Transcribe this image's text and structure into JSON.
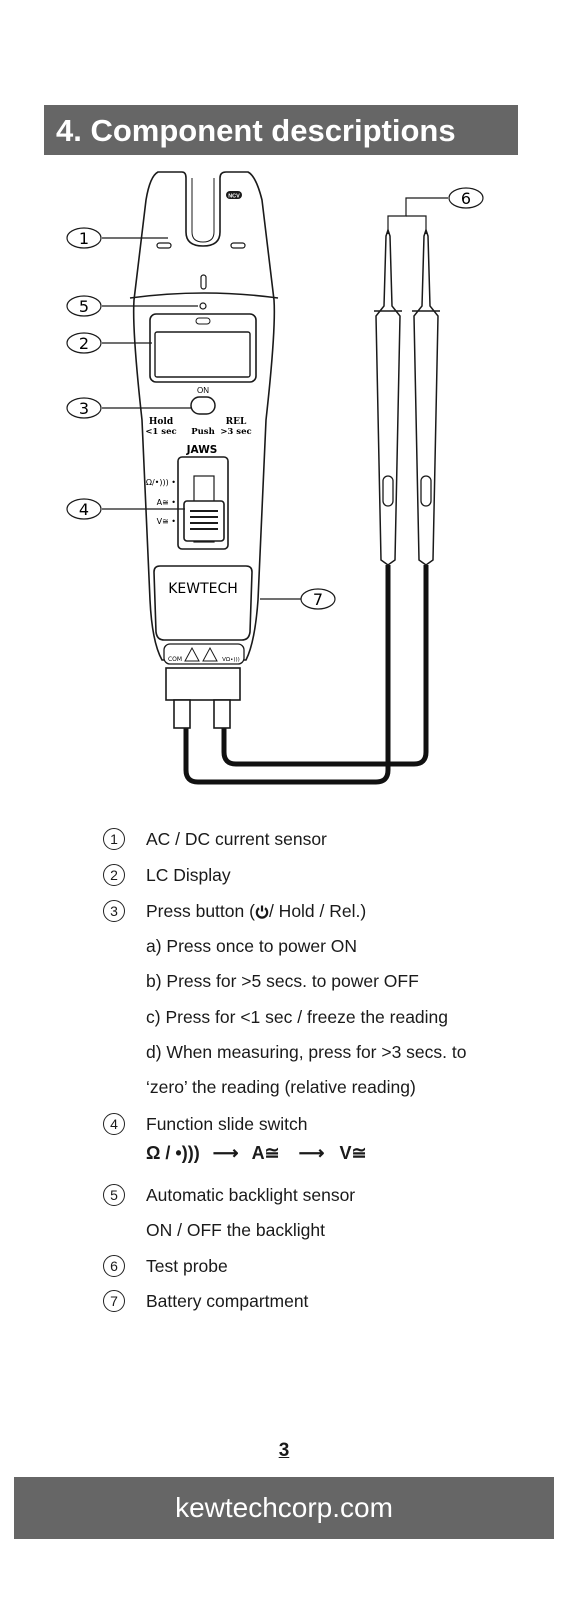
{
  "header": {
    "title": "4. Component descriptions"
  },
  "diagram": {
    "callouts": [
      "1",
      "2",
      "3",
      "4",
      "5",
      "6",
      "7"
    ],
    "ncv_badge": "NCV",
    "on_label": "ON",
    "hold_label": "Hold",
    "hold_time": "<1 sec",
    "push_label": "Push",
    "rel_label": "REL",
    "rel_time": ">3 sec",
    "jaws_label": "JAWS",
    "switch_pos_ohm": "Ω/•))) •",
    "switch_pos_amp": "A≅ •",
    "switch_pos_volt": "V≅ •",
    "brand": "KEWTECH",
    "com_label": "COM",
    "v_ohm_label": "VΩ•)))"
  },
  "legend": {
    "items": [
      {
        "num": "1",
        "text": "AC / DC current sensor"
      },
      {
        "num": "2",
        "text": "LC Display"
      },
      {
        "num": "3",
        "text_before": "Press button (",
        "text_after": "/ Hold / Rel.)"
      },
      {
        "num": "4",
        "text": "Function slide switch"
      },
      {
        "num": "5",
        "text": "Automatic backlight sensor"
      },
      {
        "num": "6",
        "text": "Test probe"
      },
      {
        "num": "7",
        "text": "Battery compartment"
      }
    ],
    "press_subitems": [
      "a) Press once to power ON",
      "b) Press for >5 secs. to power OFF",
      "c) Press for <1 sec / freeze the reading",
      "d) When measuring, press for >3 secs. to",
      "‘zero’ the reading (relative reading)"
    ],
    "switch_sequence": [
      "Ω / •)))",
      "A≅",
      "V≅"
    ],
    "backlight_sub": "ON / OFF the backlight"
  },
  "footer": {
    "page_number": "3",
    "website": "kewtechcorp.com"
  }
}
